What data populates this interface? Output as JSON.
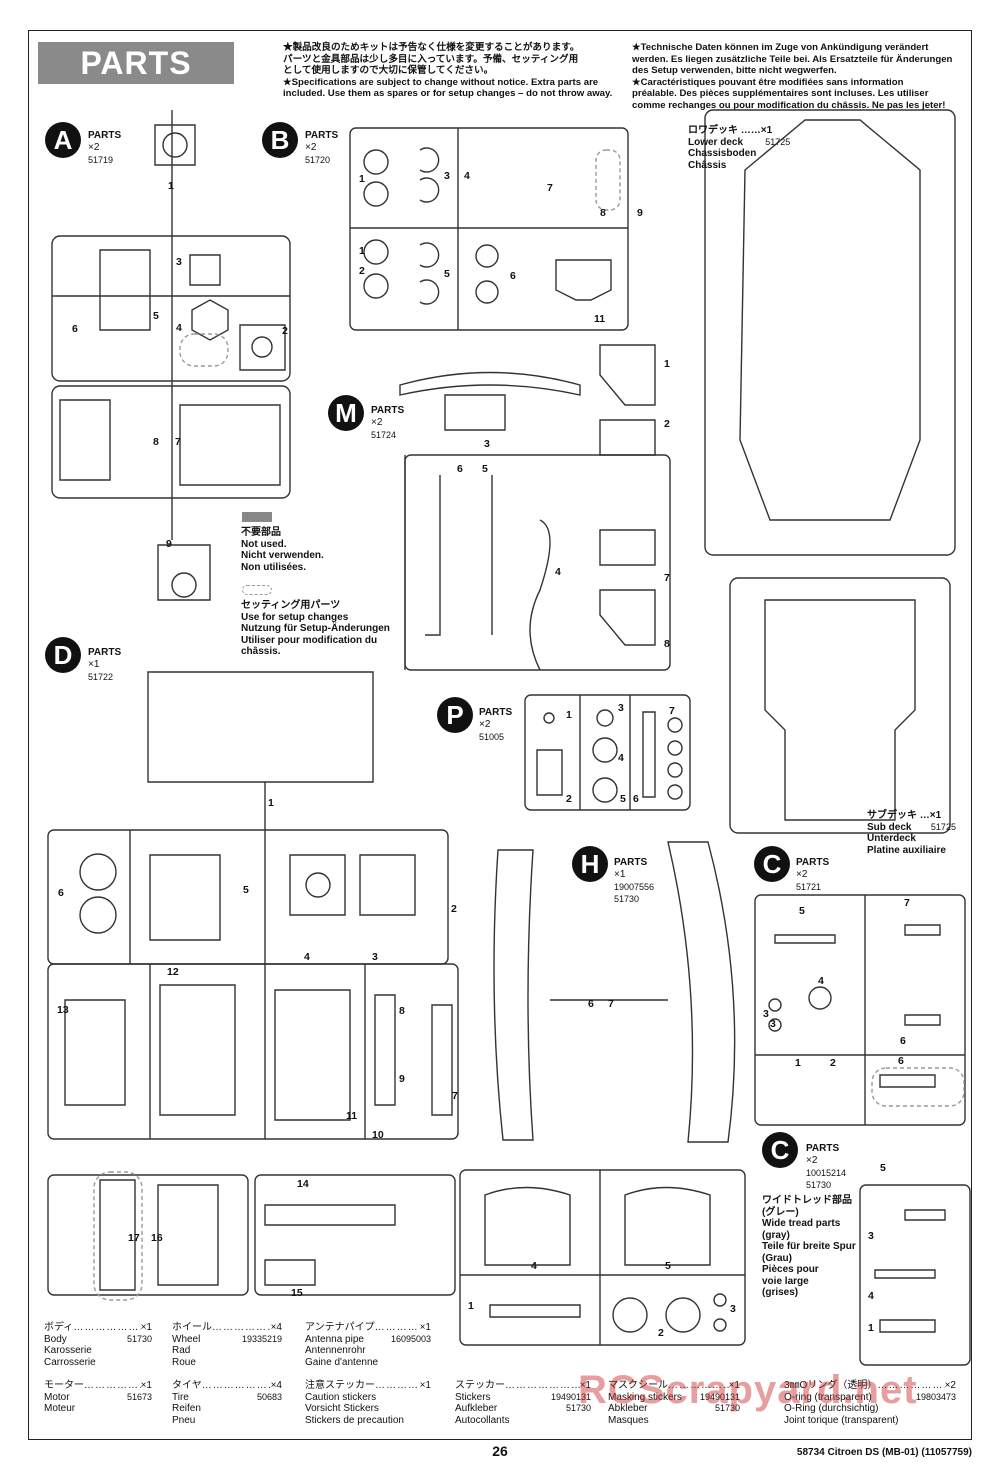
{
  "header": {
    "banner": "PARTS",
    "notice_jp": [
      "★製品改良のためキットは予告なく仕様を変更することがあります。",
      "パーツと金具部品は少し多目に入っています。予備、セッティング用",
      "として使用しますので大切に保管してください。"
    ],
    "notice_en": [
      "★Specifications are subject to change without notice. Extra parts are",
      "included. Use them as spares or for setup changes – do not throw away."
    ],
    "notice_de": [
      "★Technische Daten können im Zuge von Ankündigung verändert",
      "werden. Es liegen zusätzliche Teile bei. Als Ersatzteile für Änderungen",
      "des Setup verwenden, bitte nicht wegwerfen."
    ],
    "notice_fr": [
      "★Caractéristiques pouvant être modifiées sans information",
      "préalable. Des pièces supplémentaires sont incluses. Les utiliser",
      "comme rechanges ou pour modification du châssis. Ne pas les jeter!"
    ]
  },
  "sprues": {
    "A": {
      "letter": "A",
      "title": "PARTS",
      "count": "×2",
      "part_no": "51719",
      "numbers": [
        "1",
        "3",
        "4",
        "2",
        "5",
        "6",
        "8",
        "7",
        "9"
      ]
    },
    "B": {
      "letter": "B",
      "title": "PARTS",
      "count": "×2",
      "part_no": "51720",
      "numbers": [
        "1",
        "3",
        "4",
        "7",
        "8",
        "9",
        "1",
        "2",
        "5",
        "6",
        "11"
      ]
    },
    "M": {
      "letter": "M",
      "title": "PARTS",
      "count": "×2",
      "part_no": "51724",
      "numbers": [
        "3",
        "6",
        "5",
        "4",
        "1",
        "2",
        "7",
        "8"
      ]
    },
    "D": {
      "letter": "D",
      "title": "PARTS",
      "count": "×1",
      "part_no": "51722",
      "numbers": [
        "1",
        "6",
        "5",
        "2",
        "4",
        "3",
        "12",
        "13",
        "8",
        "9",
        "7",
        "11",
        "10",
        "14",
        "17",
        "16",
        "15"
      ]
    },
    "P": {
      "letter": "P",
      "title": "PARTS",
      "count": "×2",
      "part_no": "51005",
      "numbers": [
        "1",
        "3",
        "7",
        "4",
        "2",
        "5",
        "6"
      ]
    },
    "H": {
      "letter": "H",
      "title": "PARTS",
      "count": "×1",
      "part_no_1": "19007556",
      "part_no_2": "51730",
      "numbers": [
        "6",
        "7",
        "4",
        "5",
        "1",
        "2",
        "3"
      ]
    },
    "C1": {
      "letter": "C",
      "title": "PARTS",
      "count": "×2",
      "part_no": "51721",
      "numbers": [
        "5",
        "7",
        "4",
        "3",
        "3",
        "6",
        "1",
        "2",
        "6"
      ]
    },
    "C2": {
      "letter": "C",
      "title": "PARTS",
      "count": "×2",
      "part_no_1": "10015214",
      "part_no_2": "51730",
      "numbers": [
        "5",
        "3",
        "4",
        "1"
      ],
      "desc": [
        "ワイドトレッド部品",
        "(グレー)",
        "Wide tread parts",
        "(gray)",
        "Teile für breite Spur",
        "(Grau)",
        "Pièces pour",
        "voie large",
        "(grises)"
      ]
    }
  },
  "legend": {
    "not_used": [
      "不要部品",
      "Not used.",
      "Nicht verwenden.",
      "Non utilisées."
    ],
    "setup": [
      "セッティング用パーツ",
      "Use for setup changes",
      "Nutzung für Setup-Änderungen",
      "Utiliser pour modification du",
      "châssis."
    ]
  },
  "lower_deck": {
    "jp": "ロワデッキ",
    "qty": "×1",
    "part_no": "51725",
    "lines": [
      "Lower deck",
      "Chassisboden",
      "Châssis"
    ]
  },
  "sub_deck": {
    "jp": "サブデッキ",
    "qty": "×1",
    "part_no": "51725",
    "lines": [
      "Sub deck",
      "Unterdeck",
      "Platine auxiliaire"
    ]
  },
  "bottom_items": [
    {
      "jp": "ボディ",
      "qty": "×1",
      "part_no": "51730",
      "lines": [
        "Body",
        "Karosserie",
        "Carrosserie"
      ]
    },
    {
      "jp": "ホイール",
      "qty": "×4",
      "part_no": "19335219",
      "lines": [
        "Wheel",
        "Rad",
        "Roue"
      ]
    },
    {
      "jp": "アンテナパイプ",
      "qty": "×1",
      "part_no": "16095003",
      "lines": [
        "Antenna pipe",
        "Antennenrohr",
        "Gaine d'antenne"
      ]
    },
    {
      "jp": "モーター",
      "qty": "×1",
      "part_no": "51673",
      "lines": [
        "Motor",
        "Moteur"
      ]
    },
    {
      "jp": "タイヤ",
      "qty": "×4",
      "part_no": "50683",
      "lines": [
        "Tire",
        "Reifen",
        "Pneu"
      ]
    },
    {
      "jp": "注意ステッカー",
      "qty": "×1",
      "part_no": "",
      "lines": [
        "Caution stickers",
        "Vorsicht Stickers",
        "Stickers de precaution"
      ]
    },
    {
      "jp": "ステッカー",
      "qty": "×1",
      "part_no": "19490131",
      "part_no_2": "51730",
      "lines": [
        "Stickers",
        "Aufkleber",
        "Autocollants"
      ]
    },
    {
      "jp": "マスクシール",
      "qty": "×1",
      "part_no": "19490131",
      "part_no_2": "51730",
      "lines": [
        "Masking stickers",
        "Abkleber",
        "Masques"
      ]
    },
    {
      "jp": "3㎜Oリング（透明）",
      "qty": "×2",
      "part_no": "19803473",
      "lines": [
        "O-ring (transparent)",
        "O-Ring (durchsichtig)",
        "Joint torique (transparent)"
      ]
    }
  ],
  "footer": {
    "page": "26",
    "code": "58734  Citroen DS (MB-01) (11057759)"
  },
  "watermark": "RCScrapyard.net",
  "colors": {
    "gray_banner": "#8a8a8a",
    "line": "#333333",
    "watermark": "#c82828"
  }
}
